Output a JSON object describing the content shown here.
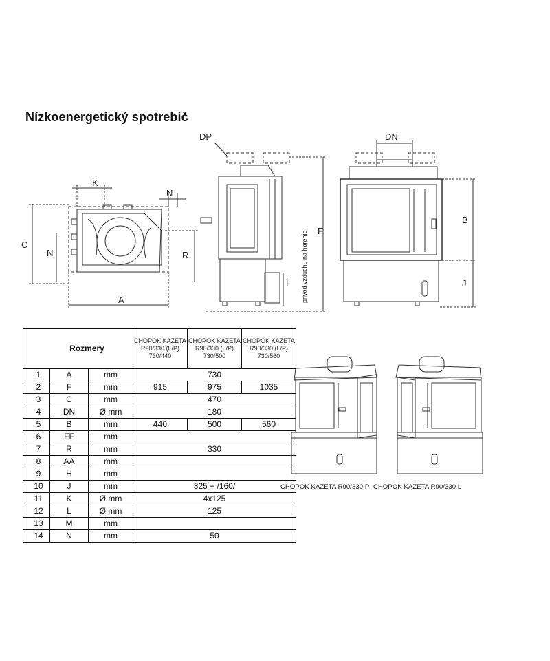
{
  "title": "Nízkoenergetický spotrebič",
  "drawing_labels": {
    "dp": "DP",
    "dn": "DN",
    "k": "K",
    "n_top": "N",
    "c": "C",
    "n_left": "N",
    "r": "R",
    "a": "A",
    "f": "F",
    "b": "B",
    "j": "J",
    "l": "L",
    "air_supply": "privod vzduchu na horenie"
  },
  "table": {
    "header_label": "Rozmery",
    "columns": [
      "CHOPOK KAZETA R90/330 (L/P) 730/440",
      "CHOPOK KAZETA R90/330 (L/P) 730/500",
      "CHOPOK KAZETA R90/330 (L/P) 730/560"
    ],
    "rows": [
      {
        "no": "1",
        "sym": "A",
        "unit": "mm",
        "values": [
          "730"
        ]
      },
      {
        "no": "2",
        "sym": "F",
        "unit": "mm",
        "values": [
          "915",
          "975",
          "1035"
        ]
      },
      {
        "no": "3",
        "sym": "C",
        "unit": "mm",
        "values": [
          "470"
        ]
      },
      {
        "no": "4",
        "sym": "DN",
        "unit": "Ø mm",
        "values": [
          "180"
        ]
      },
      {
        "no": "5",
        "sym": "B",
        "unit": "mm",
        "values": [
          "440",
          "500",
          "560"
        ]
      },
      {
        "no": "6",
        "sym": "FF",
        "unit": "mm",
        "values": [
          ""
        ]
      },
      {
        "no": "7",
        "sym": "R",
        "unit": "mm",
        "values": [
          "330"
        ]
      },
      {
        "no": "8",
        "sym": "AA",
        "unit": "mm",
        "values": [
          ""
        ]
      },
      {
        "no": "9",
        "sym": "H",
        "unit": "mm",
        "values": [
          ""
        ]
      },
      {
        "no": "10",
        "sym": "J",
        "unit": "mm",
        "values": [
          "325 + /160/"
        ]
      },
      {
        "no": "11",
        "sym": "K",
        "unit": "Ø mm",
        "values": [
          "4x125"
        ]
      },
      {
        "no": "12",
        "sym": "L",
        "unit": "Ø mm",
        "values": [
          "125"
        ]
      },
      {
        "no": "13",
        "sym": "M",
        "unit": "mm",
        "values": [
          ""
        ]
      },
      {
        "no": "14",
        "sym": "N",
        "unit": "mm",
        "values": [
          "50"
        ]
      }
    ]
  },
  "captions": {
    "right_product": "CHOPOK KAZETA R90/330 P",
    "left_product": "CHOPOK KAZETA R90/330 L"
  }
}
